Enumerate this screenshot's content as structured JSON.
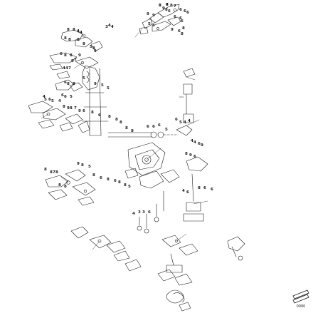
{
  "figure": {
    "catalog_code": "0000"
  },
  "callouts": [
    "8",
    "6",
    "8",
    "7",
    "9",
    "8",
    "6",
    "6",
    "6",
    "6",
    "9",
    "9",
    "6",
    "6",
    "6",
    "5",
    "5",
    "9",
    "6",
    "8",
    "8",
    "8",
    "8",
    "4",
    "4",
    "3",
    "4",
    "4",
    "8",
    "8",
    "8",
    "8",
    "5",
    "8",
    "9",
    "6",
    "8",
    "8",
    "9",
    "9",
    "7",
    "4",
    "4",
    "7",
    "6",
    "8",
    "8",
    "5",
    "9",
    "5",
    "5",
    "6",
    "6",
    "5",
    "4",
    "5",
    "6",
    "5",
    "4",
    "8",
    "9",
    "8",
    "7",
    "9",
    "6",
    "8",
    "6",
    "8",
    "8",
    "8",
    "8",
    "8",
    "6",
    "6",
    "6",
    "5",
    "6",
    "5",
    "4",
    "4",
    "4",
    "4",
    "6",
    "9",
    "8",
    "9",
    "6",
    "9",
    "8",
    "5",
    "8",
    "8",
    "7",
    "8",
    "8",
    "6",
    "8",
    "6",
    "8",
    "8",
    "5",
    "8",
    "8",
    "4",
    "6",
    "8",
    "6",
    "6",
    "4",
    "3",
    "3",
    "6",
    "5",
    "7"
  ]
}
